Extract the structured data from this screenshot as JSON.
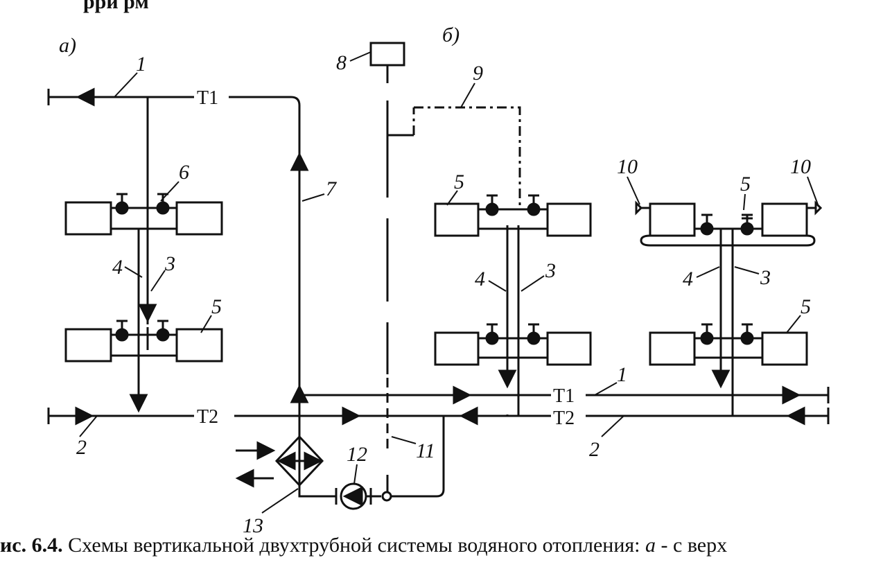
{
  "header_fragment": "рри  рм",
  "parts": {
    "a": "а)",
    "b": "б)"
  },
  "pipes": {
    "t1": "Т1",
    "t2": "Т2"
  },
  "numbers": {
    "n1": "1",
    "n2": "2",
    "n3": "3",
    "n4": "4",
    "n5": "5",
    "n6": "6",
    "n7": "7",
    "n8": "8",
    "n9": "9",
    "n10": "10",
    "n11": "11",
    "n12": "12",
    "n13": "13"
  },
  "caption": {
    "prefix": "ис. 6.4.",
    "text": " Схемы вертикальной двухтрубной системы водяного отопления: ",
    "italic": "а",
    "suffix": " - с верх"
  }
}
